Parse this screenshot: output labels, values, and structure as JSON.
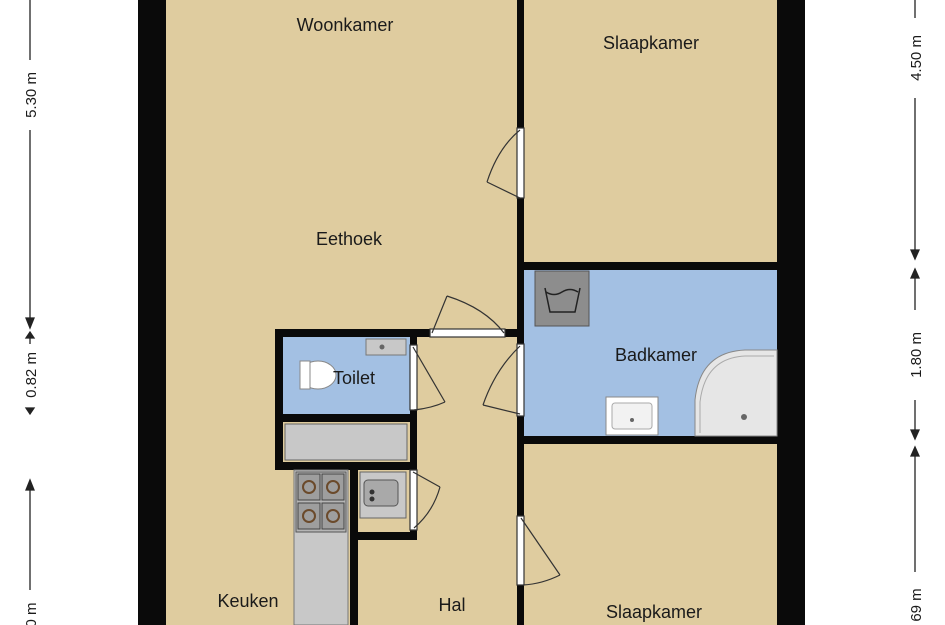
{
  "rooms": {
    "woonkamer": "Woonkamer",
    "slaapkamer_top": "Slaapkamer",
    "eethoek": "Eethoek",
    "badkamer": "Badkamer",
    "toilet": "Toilet",
    "keuken": "Keuken",
    "hal": "Hal",
    "slaapkamer_bottom": "Slaapkamer"
  },
  "dimensions": {
    "left_top": "5.30 m",
    "left_middle": "0.82 m",
    "left_bottom": "0 m",
    "right_top": "4.50 m",
    "right_middle": "1.80 m",
    "right_bottom": "69 m"
  },
  "colors": {
    "wall": "#0a0a0a",
    "floor": "#dfcc9f",
    "bathroom_floor": "#a3c0e3",
    "fixture": "#c8c8c8",
    "door_line": "#333333"
  }
}
